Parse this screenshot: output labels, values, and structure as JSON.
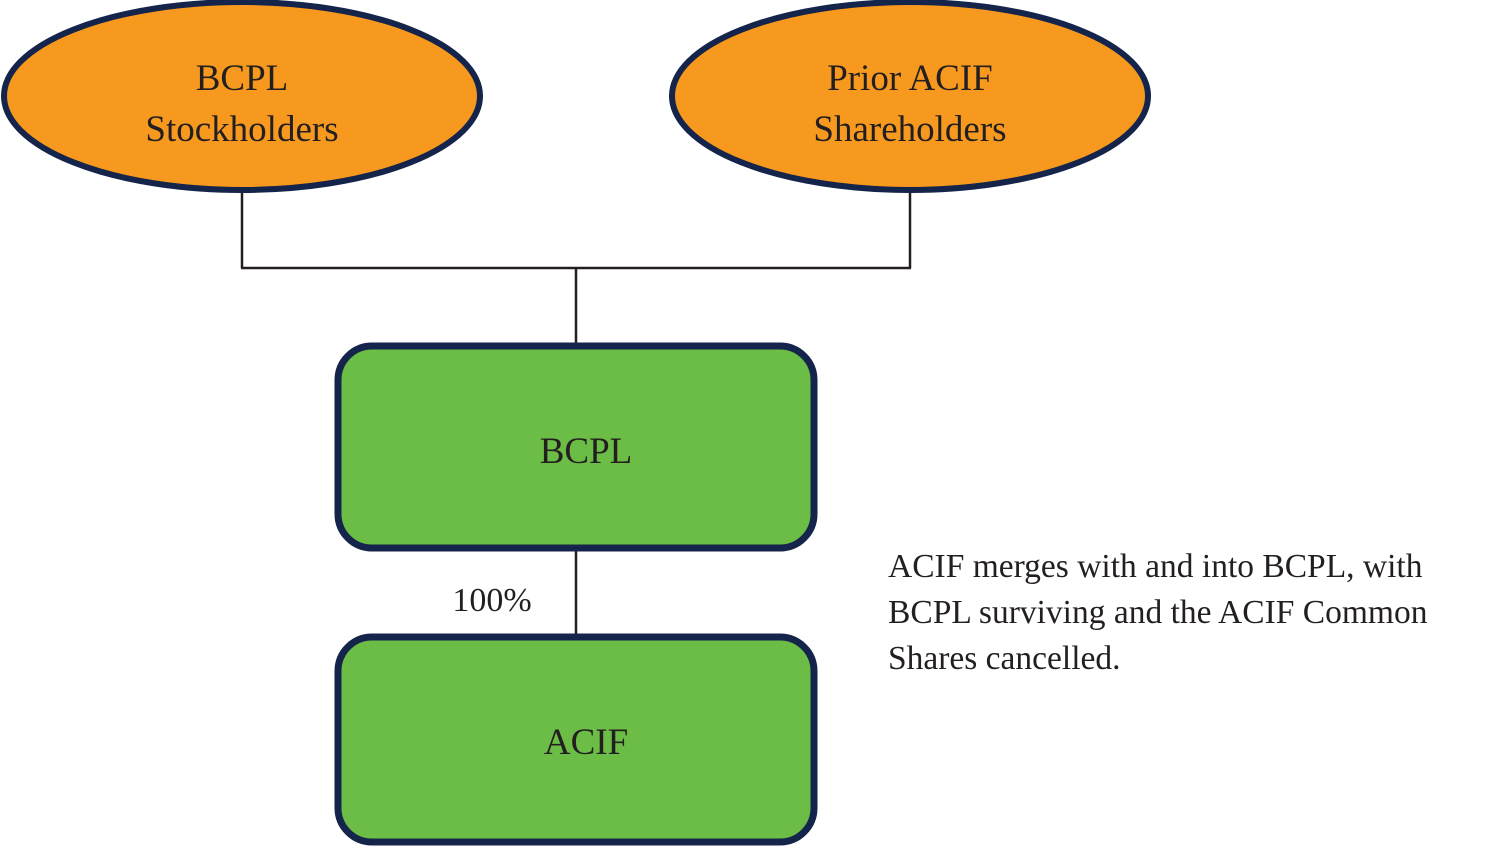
{
  "colors": {
    "holder_fill": "#f7991f",
    "entity_fill": "#6bbd45",
    "border": "#14244a",
    "line": "#231f20",
    "text": "#231f20"
  },
  "nodes": {
    "bcpl_stockholders": {
      "line1": "BCPL",
      "line2": "Stockholders"
    },
    "prior_acif_shareholders": {
      "line1": "Prior ACIF",
      "line2": "Shareholders"
    },
    "bcpl": {
      "label": "BCPL"
    },
    "acif": {
      "label": "ACIF"
    }
  },
  "edges": {
    "bcpl_to_acif": {
      "label": "100%"
    }
  },
  "note": {
    "line1": "ACIF merges with and into BCPL, with",
    "line2": "BCPL surviving and the ACIF Common",
    "line3": "Shares cancelled."
  }
}
